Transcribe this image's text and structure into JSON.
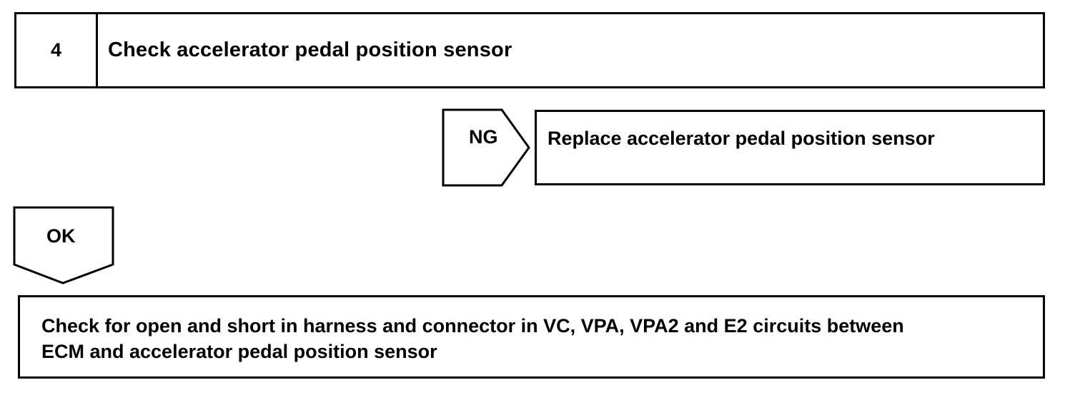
{
  "step": {
    "number": "4",
    "title": "Check accelerator pedal position sensor"
  },
  "ng_branch": {
    "label": "NG",
    "action": "Replace accelerator pedal position sensor"
  },
  "ok_branch": {
    "label": "OK",
    "action_lines": [
      "Check for open and short in harness and connector in VC, VPA, VPA2 and E2 circuits between",
      "ECM and accelerator pedal position sensor"
    ]
  }
}
